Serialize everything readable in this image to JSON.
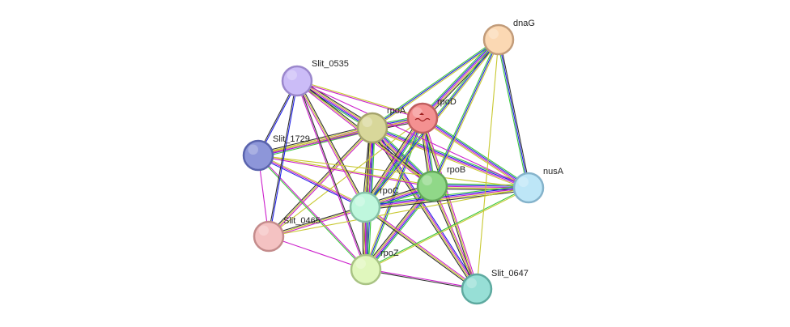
{
  "network": {
    "nodes": [
      {
        "id": "dnaG",
        "label": "dnaG",
        "fill": "#fbd8b3",
        "stroke": "#c29c7a"
      },
      {
        "id": "Slit_0535",
        "label": "Slit_0535",
        "fill": "#cbbcf7",
        "stroke": "#9b87cc"
      },
      {
        "id": "rpoA",
        "label": "rpoA",
        "fill": "#d8d79a",
        "stroke": "#a6a46c"
      },
      {
        "id": "rpoD",
        "label": "rpoD",
        "fill": "#f49191",
        "stroke": "#c05f5f",
        "has_structure_icon": true
      },
      {
        "id": "Slit_1729",
        "label": "Slit_1729",
        "fill": "#8d96d9",
        "stroke": "#5a64ad"
      },
      {
        "id": "rpoB",
        "label": "rpoB",
        "fill": "#90d888",
        "stroke": "#62a85a"
      },
      {
        "id": "nusA",
        "label": "nusA",
        "fill": "#bde6f7",
        "stroke": "#85b3cb"
      },
      {
        "id": "rpoC",
        "label": "rpoC",
        "fill": "#bff7dd",
        "stroke": "#86c3a8"
      },
      {
        "id": "Slit_0465",
        "label": "Slit_0465",
        "fill": "#f4c2c2",
        "stroke": "#c48c8c"
      },
      {
        "id": "rpoZ",
        "label": "rpoZ",
        "fill": "#e0f7bd",
        "stroke": "#a9c384"
      },
      {
        "id": "Slit_0647",
        "label": "Slit_0647",
        "fill": "#97dfd6",
        "stroke": "#5eaaa0"
      }
    ],
    "edge_colors": [
      "#3cc83c",
      "#2020e6",
      "#cc20cc",
      "#c8c830",
      "#303030"
    ],
    "edges": [
      {
        "source": "rpoA",
        "target": "rpoD",
        "colors": [
          "#3cc83c",
          "#2020e6",
          "#cc20cc",
          "#c8c830",
          "#303030"
        ]
      },
      {
        "source": "rpoA",
        "target": "rpoB",
        "colors": [
          "#3cc83c",
          "#2020e6",
          "#cc20cc",
          "#c8c830",
          "#303030"
        ]
      },
      {
        "source": "rpoA",
        "target": "rpoC",
        "colors": [
          "#3cc83c",
          "#2020e6",
          "#cc20cc",
          "#c8c830",
          "#303030"
        ]
      },
      {
        "source": "rpoA",
        "target": "rpoZ",
        "colors": [
          "#3cc83c",
          "#2020e6",
          "#cc20cc",
          "#c8c830",
          "#303030"
        ]
      },
      {
        "source": "rpoA",
        "target": "nusA",
        "colors": [
          "#3cc83c",
          "#2020e6",
          "#cc20cc",
          "#c8c830"
        ]
      },
      {
        "source": "rpoA",
        "target": "Slit_0535",
        "colors": [
          "#3cc83c",
          "#2020e6",
          "#cc20cc",
          "#c8c830",
          "#303030"
        ]
      },
      {
        "source": "rpoA",
        "target": "Slit_1729",
        "colors": [
          "#3cc83c",
          "#2020e6",
          "#cc20cc",
          "#c8c830",
          "#303030"
        ]
      },
      {
        "source": "rpoA",
        "target": "Slit_0465",
        "colors": [
          "#cc20cc",
          "#c8c830",
          "#303030"
        ]
      },
      {
        "source": "rpoA",
        "target": "Slit_0647",
        "colors": [
          "#2020e6",
          "#cc20cc",
          "#c8c830",
          "#303030"
        ]
      },
      {
        "source": "rpoA",
        "target": "dnaG",
        "colors": [
          "#3cc83c",
          "#2020e6",
          "#c8c830"
        ]
      },
      {
        "source": "rpoD",
        "target": "rpoB",
        "colors": [
          "#3cc83c",
          "#2020e6",
          "#cc20cc",
          "#c8c830",
          "#303030"
        ]
      },
      {
        "source": "rpoD",
        "target": "rpoC",
        "colors": [
          "#3cc83c",
          "#2020e6",
          "#cc20cc",
          "#c8c830",
          "#303030"
        ]
      },
      {
        "source": "rpoD",
        "target": "rpoZ",
        "colors": [
          "#3cc83c",
          "#2020e6",
          "#c8c830"
        ]
      },
      {
        "source": "rpoD",
        "target": "nusA",
        "colors": [
          "#3cc83c",
          "#2020e6",
          "#cc20cc",
          "#c8c830"
        ]
      },
      {
        "source": "rpoD",
        "target": "dnaG",
        "colors": [
          "#3cc83c",
          "#2020e6",
          "#cc20cc",
          "#c8c830",
          "#303030"
        ]
      },
      {
        "source": "rpoD",
        "target": "Slit_0535",
        "colors": [
          "#cc20cc",
          "#c8c830"
        ]
      },
      {
        "source": "rpoD",
        "target": "Slit_1729",
        "colors": [
          "#cc20cc",
          "#c8c830"
        ]
      },
      {
        "source": "rpoD",
        "target": "Slit_0465",
        "colors": [
          "#c8c830"
        ]
      },
      {
        "source": "rpoD",
        "target": "Slit_0647",
        "colors": [
          "#cc20cc",
          "#c8c830",
          "#303030"
        ]
      },
      {
        "source": "rpoB",
        "target": "rpoC",
        "colors": [
          "#3cc83c",
          "#2020e6",
          "#cc20cc",
          "#c8c830",
          "#303030"
        ]
      },
      {
        "source": "rpoB",
        "target": "rpoZ",
        "colors": [
          "#3cc83c",
          "#2020e6",
          "#cc20cc",
          "#c8c830",
          "#303030"
        ]
      },
      {
        "source": "rpoB",
        "target": "nusA",
        "colors": [
          "#3cc83c",
          "#2020e6",
          "#cc20cc",
          "#c8c830",
          "#303030"
        ]
      },
      {
        "source": "rpoB",
        "target": "dnaG",
        "colors": [
          "#3cc83c",
          "#2020e6",
          "#c8c830"
        ]
      },
      {
        "source": "rpoB",
        "target": "Slit_0535",
        "colors": [
          "#cc20cc",
          "#c8c830",
          "#303030"
        ]
      },
      {
        "source": "rpoB",
        "target": "Slit_1729",
        "colors": [
          "#cc20cc",
          "#c8c830"
        ]
      },
      {
        "source": "rpoB",
        "target": "Slit_0647",
        "colors": [
          "#cc20cc",
          "#c8c830",
          "#303030"
        ]
      },
      {
        "source": "rpoC",
        "target": "rpoZ",
        "colors": [
          "#3cc83c",
          "#2020e6",
          "#cc20cc",
          "#c8c830",
          "#303030"
        ]
      },
      {
        "source": "rpoC",
        "target": "nusA",
        "colors": [
          "#3cc83c",
          "#2020e6",
          "#cc20cc",
          "#c8c830",
          "#303030"
        ]
      },
      {
        "source": "rpoC",
        "target": "dnaG",
        "colors": [
          "#3cc83c",
          "#2020e6",
          "#c8c830"
        ]
      },
      {
        "source": "rpoC",
        "target": "Slit_0535",
        "colors": [
          "#cc20cc",
          "#c8c830",
          "#303030"
        ]
      },
      {
        "source": "rpoC",
        "target": "Slit_1729",
        "colors": [
          "#2020e6",
          "#cc20cc",
          "#c8c830"
        ]
      },
      {
        "source": "rpoC",
        "target": "Slit_0465",
        "colors": [
          "#cc20cc",
          "#c8c830",
          "#303030"
        ]
      },
      {
        "source": "rpoC",
        "target": "Slit_0647",
        "colors": [
          "#cc20cc",
          "#c8c830",
          "#303030"
        ]
      },
      {
        "source": "rpoZ",
        "target": "nusA",
        "colors": [
          "#3cc83c",
          "#c8c830"
        ]
      },
      {
        "source": "rpoZ",
        "target": "Slit_0535",
        "colors": [
          "#cc20cc",
          "#303030"
        ]
      },
      {
        "source": "rpoZ",
        "target": "Slit_1729",
        "colors": [
          "#3cc83c",
          "#cc20cc"
        ]
      },
      {
        "source": "rpoZ",
        "target": "Slit_0465",
        "colors": [
          "#cc20cc"
        ]
      },
      {
        "source": "rpoZ",
        "target": "Slit_0647",
        "colors": [
          "#cc20cc",
          "#303030"
        ]
      },
      {
        "source": "nusA",
        "target": "dnaG",
        "colors": [
          "#3cc83c",
          "#2020e6",
          "#303030"
        ]
      },
      {
        "source": "nusA",
        "target": "Slit_1729",
        "colors": [
          "#c8c830"
        ]
      },
      {
        "source": "nusA",
        "target": "Slit_0465",
        "colors": [
          "#c8c830"
        ]
      },
      {
        "source": "Slit_0535",
        "target": "Slit_1729",
        "colors": [
          "#2020e6",
          "#303030"
        ]
      },
      {
        "source": "Slit_0535",
        "target": "Slit_0465",
        "colors": [
          "#2020e6",
          "#303030"
        ]
      },
      {
        "source": "Slit_0535",
        "target": "nusA",
        "colors": [
          "#cc20cc"
        ]
      },
      {
        "source": "Slit_1729",
        "target": "Slit_0465",
        "colors": [
          "#cc20cc"
        ]
      },
      {
        "source": "dnaG",
        "target": "Slit_0647",
        "colors": [
          "#c8c830"
        ]
      }
    ]
  }
}
